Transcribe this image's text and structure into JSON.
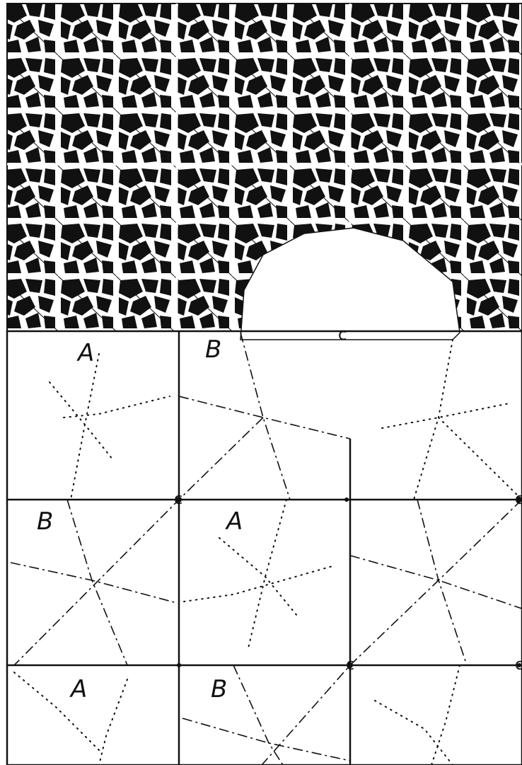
{
  "colors": {
    "ink": "#111111",
    "paper": "#ffffff"
  },
  "pattern_panel": {
    "description_icon": "geometric-lattice-pattern"
  },
  "labels": {
    "octagon": "c",
    "cells": [
      {
        "id": "r1c1",
        "text": "A"
      },
      {
        "id": "r1c2",
        "text": "B"
      },
      {
        "id": "r2c1",
        "text": "B"
      },
      {
        "id": "r2c2",
        "text": "A"
      },
      {
        "id": "r3c1",
        "text": "A"
      },
      {
        "id": "r3c2",
        "text": "B"
      }
    ],
    "vertex_marks": [
      "c",
      "c",
      "c",
      "c"
    ]
  }
}
